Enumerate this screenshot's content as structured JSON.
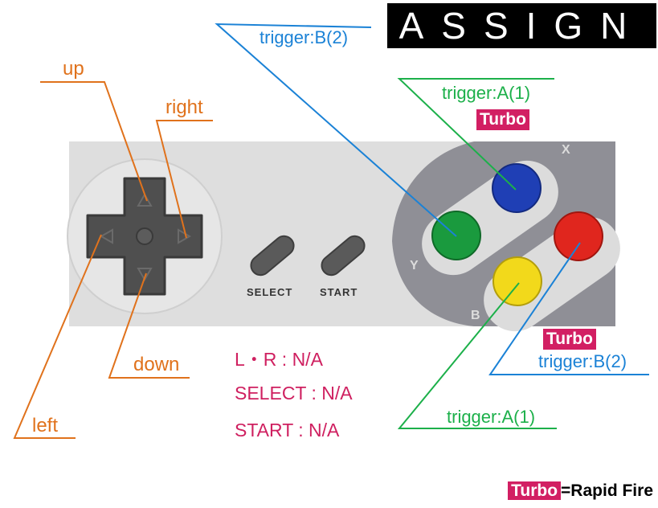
{
  "title": "ASSIGN",
  "labels": {
    "up": "up",
    "right": "right",
    "down": "down",
    "left": "left",
    "trigger_b_top": "trigger:B(2)",
    "trigger_a_top": "trigger:A(1)",
    "turbo_top": "Turbo",
    "turbo_mid": "Turbo",
    "trigger_b_right": "trigger:B(2)",
    "trigger_a_bottom": "trigger:A(1)"
  },
  "controller": {
    "select_label": "SELECT",
    "start_label": "START",
    "letters": {
      "x": "X",
      "y": "Y",
      "b": "B"
    },
    "button_colors": {
      "x": "#1f3fb5",
      "y": "#1a9a3e",
      "a": "#e0261e",
      "b": "#f2d91b"
    }
  },
  "info": {
    "lr": "L・R : N/A",
    "select": "SELECT : N/A",
    "start": "START : N/A"
  },
  "legend": {
    "badge": "Turbo",
    "text": "=Rapid Fire"
  },
  "colors": {
    "orange": "#e0721c",
    "blue": "#1b82d6",
    "green": "#1cb04a",
    "magenta": "#cf2060",
    "badge": "#d21f63"
  }
}
